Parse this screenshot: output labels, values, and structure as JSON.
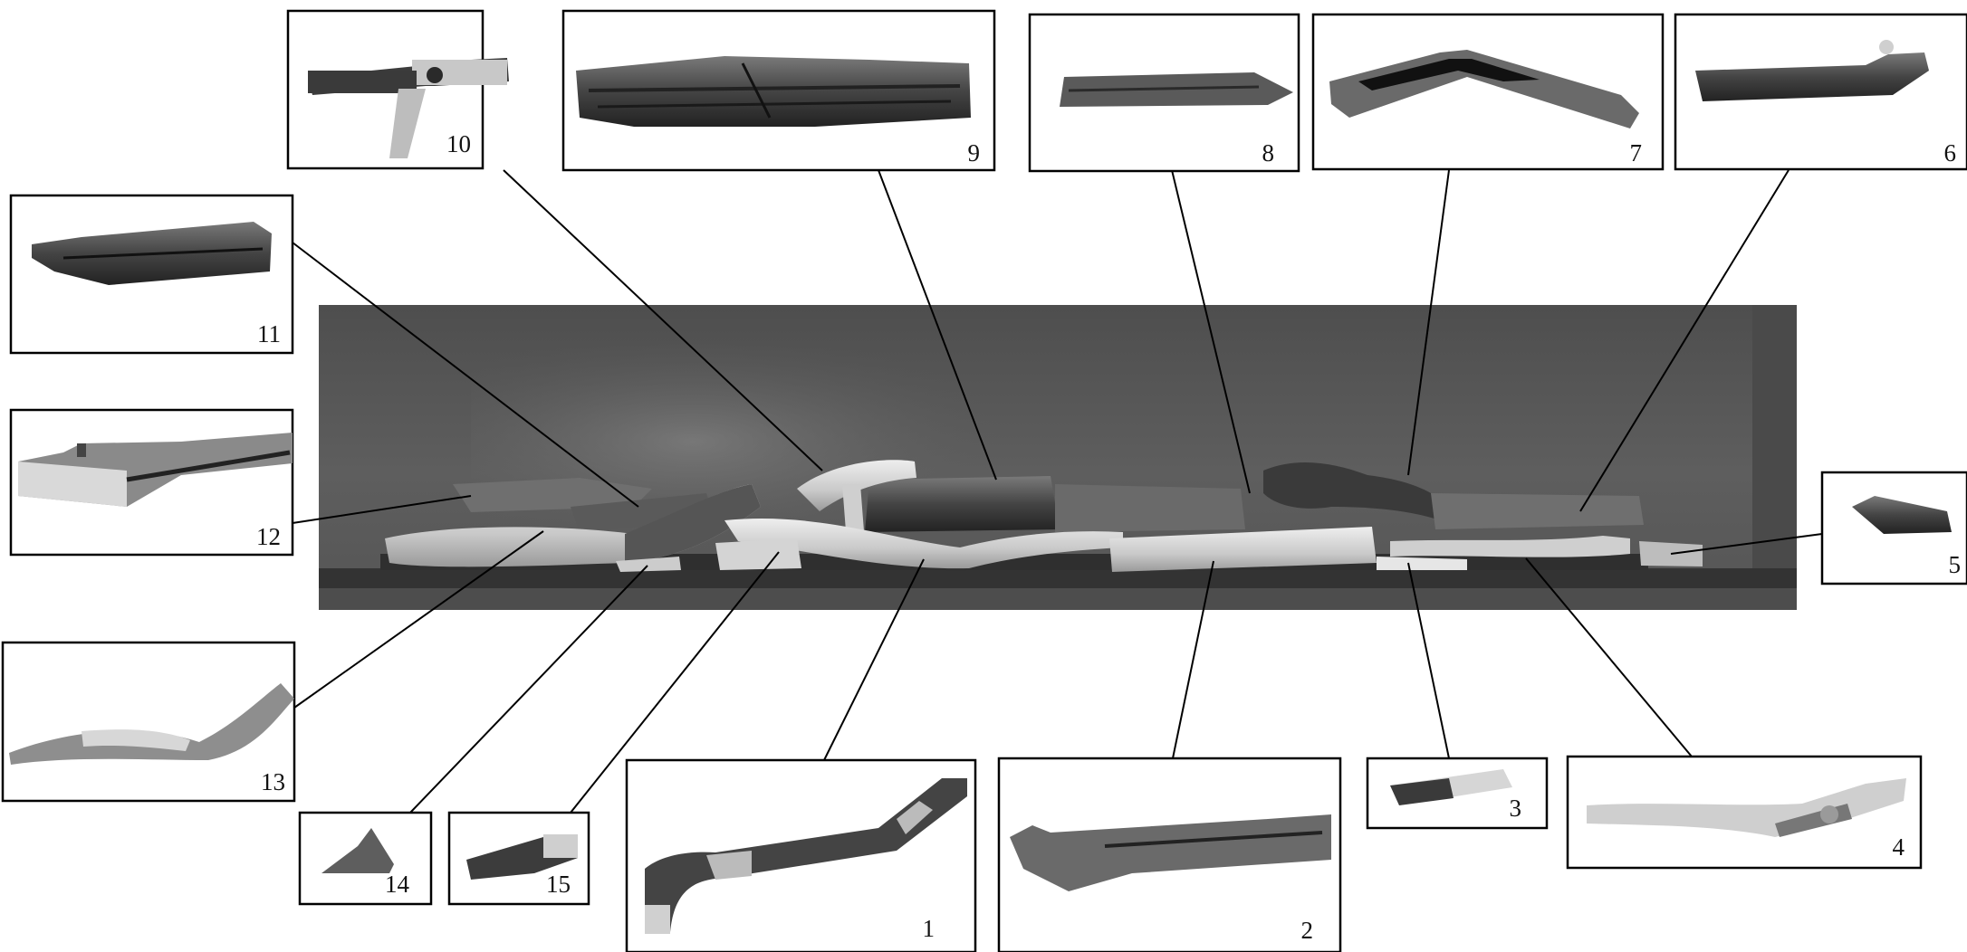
{
  "figure": {
    "labels": [
      "1",
      "2",
      "3",
      "4",
      "5",
      "6",
      "7",
      "8",
      "9",
      "10",
      "11",
      "12",
      "13",
      "14",
      "15"
    ]
  },
  "colors": {
    "background": "#ffffff",
    "frame": "#000000",
    "firebox": "#5a5a5a",
    "firebox_rim": "#3f3f3f",
    "log_light": "#d8d8d8",
    "log_dark": "#3a3a3a"
  }
}
